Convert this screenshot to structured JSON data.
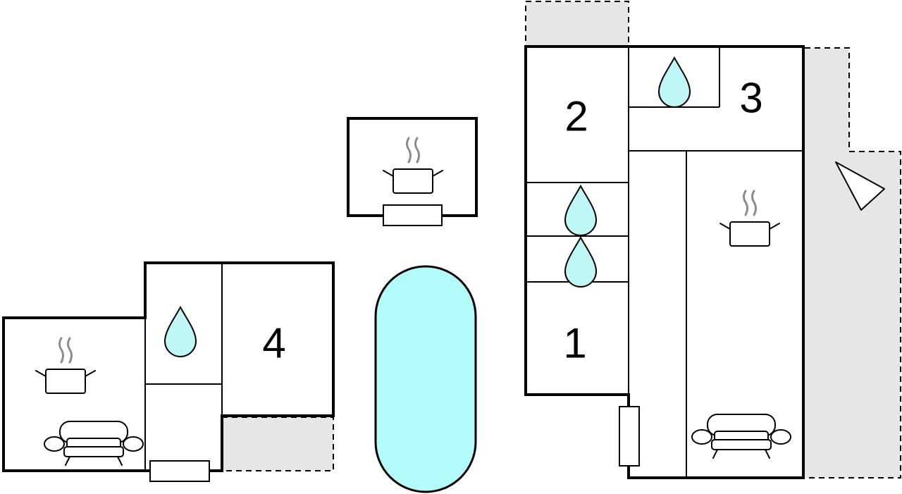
{
  "rooms": [
    {
      "number": "1"
    },
    {
      "number": "2"
    },
    {
      "number": "3"
    },
    {
      "number": "4"
    }
  ],
  "colors": {
    "water": "#bff6f6",
    "pool": "#b3fafa",
    "terrace": "#e6e6e6",
    "wall": "#000000",
    "steam": "#8c8c8c"
  }
}
